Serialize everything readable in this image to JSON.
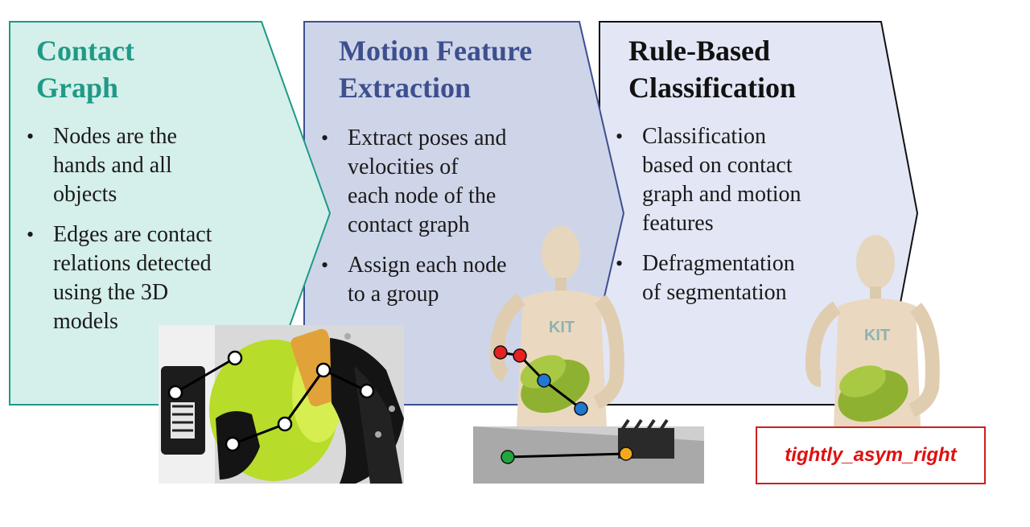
{
  "panels": [
    {
      "title": "Contact\nGraph",
      "title_color": "#1f9a86",
      "fill": "#d5efeb",
      "border": "#1f9a86",
      "bullets": [
        "Nodes are the\nhands and all\nobjects",
        "Edges are contact\nrelations detected\nusing the 3D\nmodels"
      ]
    },
    {
      "title": "Motion Feature\nExtraction",
      "title_color": "#3d4f8f",
      "fill": "#cfd5e8",
      "border": "#3d4f8f",
      "bullets": [
        "Extract poses and\nvelocities of\neach node of the\ncontact graph",
        "Assign each node\nto a group"
      ]
    },
    {
      "title": "Rule-Based\nClassification",
      "title_color": "#111111",
      "fill": "#e3e6f4",
      "border": "#111111",
      "bullets": [
        "Classification\nbased on contact\ngraph and motion\nfeatures",
        "Defragmentation\nof segmentation"
      ]
    }
  ],
  "robot_logo": "KIT",
  "classification_label": "tightly_asym_right",
  "colors": {
    "label_red": "#e01010",
    "node_red": "#e52121",
    "node_blue": "#1f78d1",
    "node_green": "#20a63d",
    "node_orange": "#f2a91c",
    "bowl_green": "#b8dc2a"
  }
}
